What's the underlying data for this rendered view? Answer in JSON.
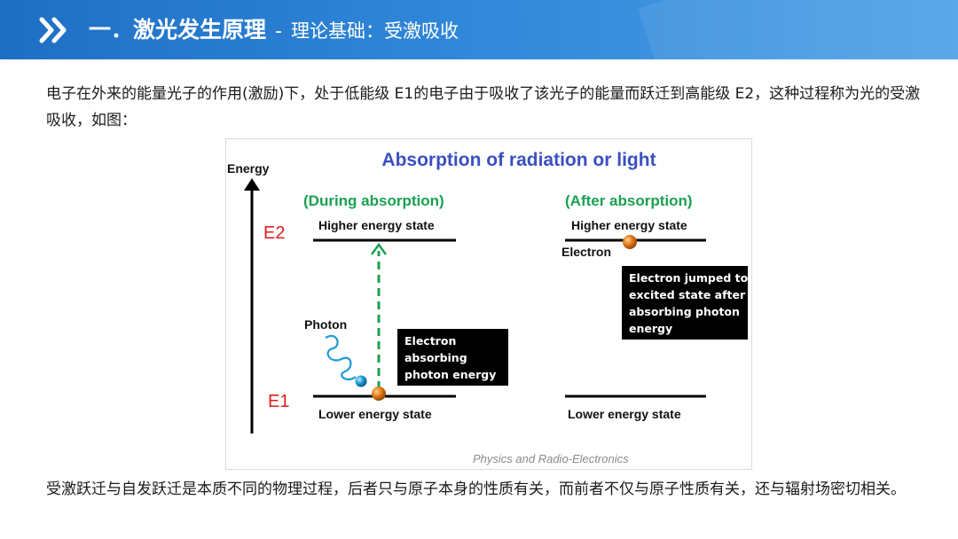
{
  "header": {
    "title": "一．激光发生原理",
    "separator": "-",
    "subtitle": "理论基础：受激吸收",
    "icon": "double-chevron-icon"
  },
  "paragraph1": "电子在外来的能量光子的作用(激励)下，处于低能级 E1的电子由于吸收了该光子的能量而跃迁到高能级 E2，这种过程称为光的受激吸收，如图：",
  "figure": {
    "title": "Absorption of radiation or light",
    "axis_label": "Energy",
    "level_high": "E2",
    "level_low": "E1",
    "left": {
      "caption": "(During absorption)",
      "high_state": "Higher energy state",
      "low_state": "Lower energy state",
      "photon_label": "Photon",
      "box": [
        "Electron",
        "absorbing",
        "photon energy"
      ]
    },
    "right": {
      "caption": "(After absorption)",
      "high_state": "Higher energy state",
      "low_state": "Lower energy state",
      "electron_label": "Electron",
      "box": [
        "Electron jumped to",
        "excited state after",
        "absorbing photon",
        "energy"
      ]
    },
    "credit": "Physics and Radio-Electronics",
    "colors": {
      "title": "#3a4fc0",
      "caption": "#1aa052",
      "level": "#e0201c",
      "electron": "#e07818",
      "photon": "#1a9ad6"
    }
  },
  "paragraph2": "受激跃迁与自发跃迁是本质不同的物理过程，后者只与原子本身的性质有关，而前者不仅与原子性质有关，还与辐射场密切相关。"
}
